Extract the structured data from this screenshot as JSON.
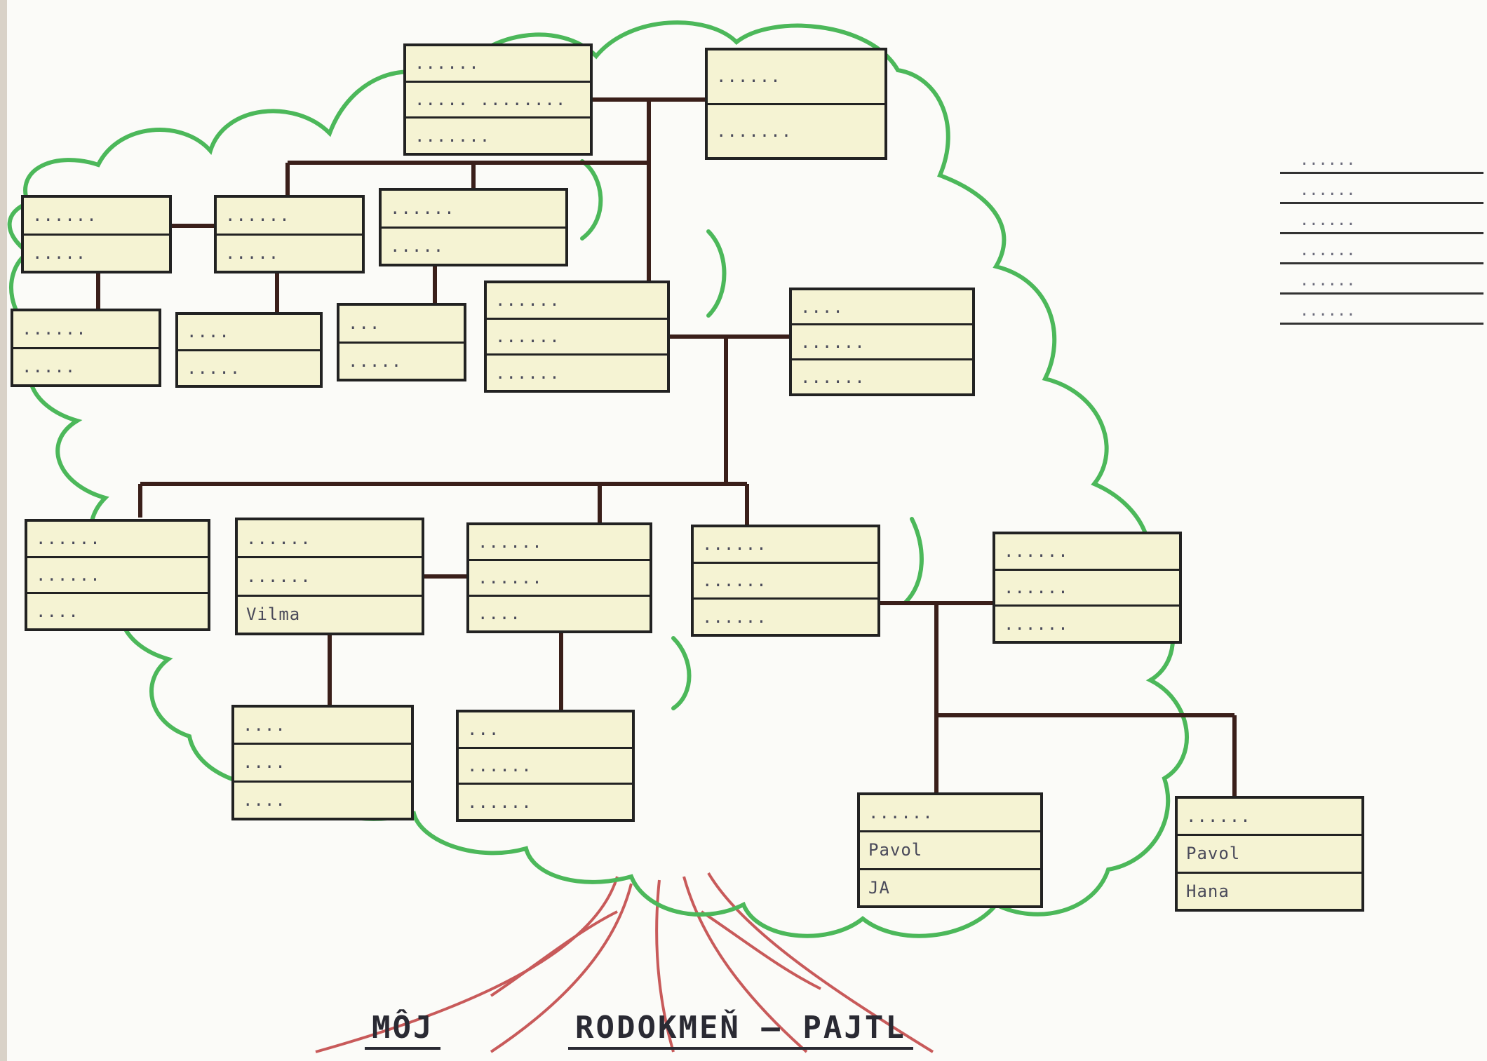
{
  "boxes": [
    {
      "id": "b1",
      "rows": [
        "......",
        "..... ........",
        "......."
      ]
    },
    {
      "id": "b2",
      "rows": [
        "......",
        "....",
        "......"
      ]
    },
    {
      "id": "b3",
      "rows": [
        "......",
        "......."
      ]
    },
    {
      "id": "b4",
      "rows": [
        "......",
        "....."
      ]
    },
    {
      "id": "b5",
      "rows": [
        "......",
        "....."
      ]
    },
    {
      "id": "b6",
      "rows": [
        "......",
        "....."
      ]
    },
    {
      "id": "b7",
      "rows": [
        "......",
        "....."
      ]
    },
    {
      "id": "b8",
      "rows": [
        "....",
        "....."
      ]
    },
    {
      "id": "b9",
      "rows": [
        "...",
        "....."
      ]
    },
    {
      "id": "b10",
      "rows": [
        "......",
        "......",
        "......"
      ]
    },
    {
      "id": "b11",
      "rows": [
        "....",
        "......",
        "......"
      ]
    },
    {
      "id": "b12",
      "rows": [
        "......",
        "......",
        "...."
      ]
    },
    {
      "id": "b13",
      "rows": [
        "......",
        "......",
        "Vilma"
      ]
    },
    {
      "id": "b14",
      "rows": [
        "......",
        "......",
        "...."
      ]
    },
    {
      "id": "b15",
      "rows": [
        "......",
        "......",
        "......"
      ]
    },
    {
      "id": "b16",
      "rows": [
        "....",
        "....",
        "...."
      ]
    },
    {
      "id": "b17",
      "rows": [
        "...",
        "......",
        "......"
      ]
    },
    {
      "id": "b18",
      "rows": [
        "......",
        "......",
        "......"
      ]
    },
    {
      "id": "b19",
      "rows": [
        "......",
        "Pavol",
        "JA"
      ]
    },
    {
      "id": "b20",
      "rows": [
        "......",
        "Pavol",
        "Hana"
      ]
    }
  ],
  "legend": [
    "......",
    "......",
    "......",
    "......",
    "......",
    "......"
  ],
  "title": {
    "word1": "MÔJ",
    "word2": "RODOKMEŇ — PAJTL"
  },
  "colors": {
    "box_fill": "#f5f3d3",
    "tree_outline": "#4cb85a",
    "trunk": "#c45a5a",
    "connector": "#3a1f1a"
  }
}
